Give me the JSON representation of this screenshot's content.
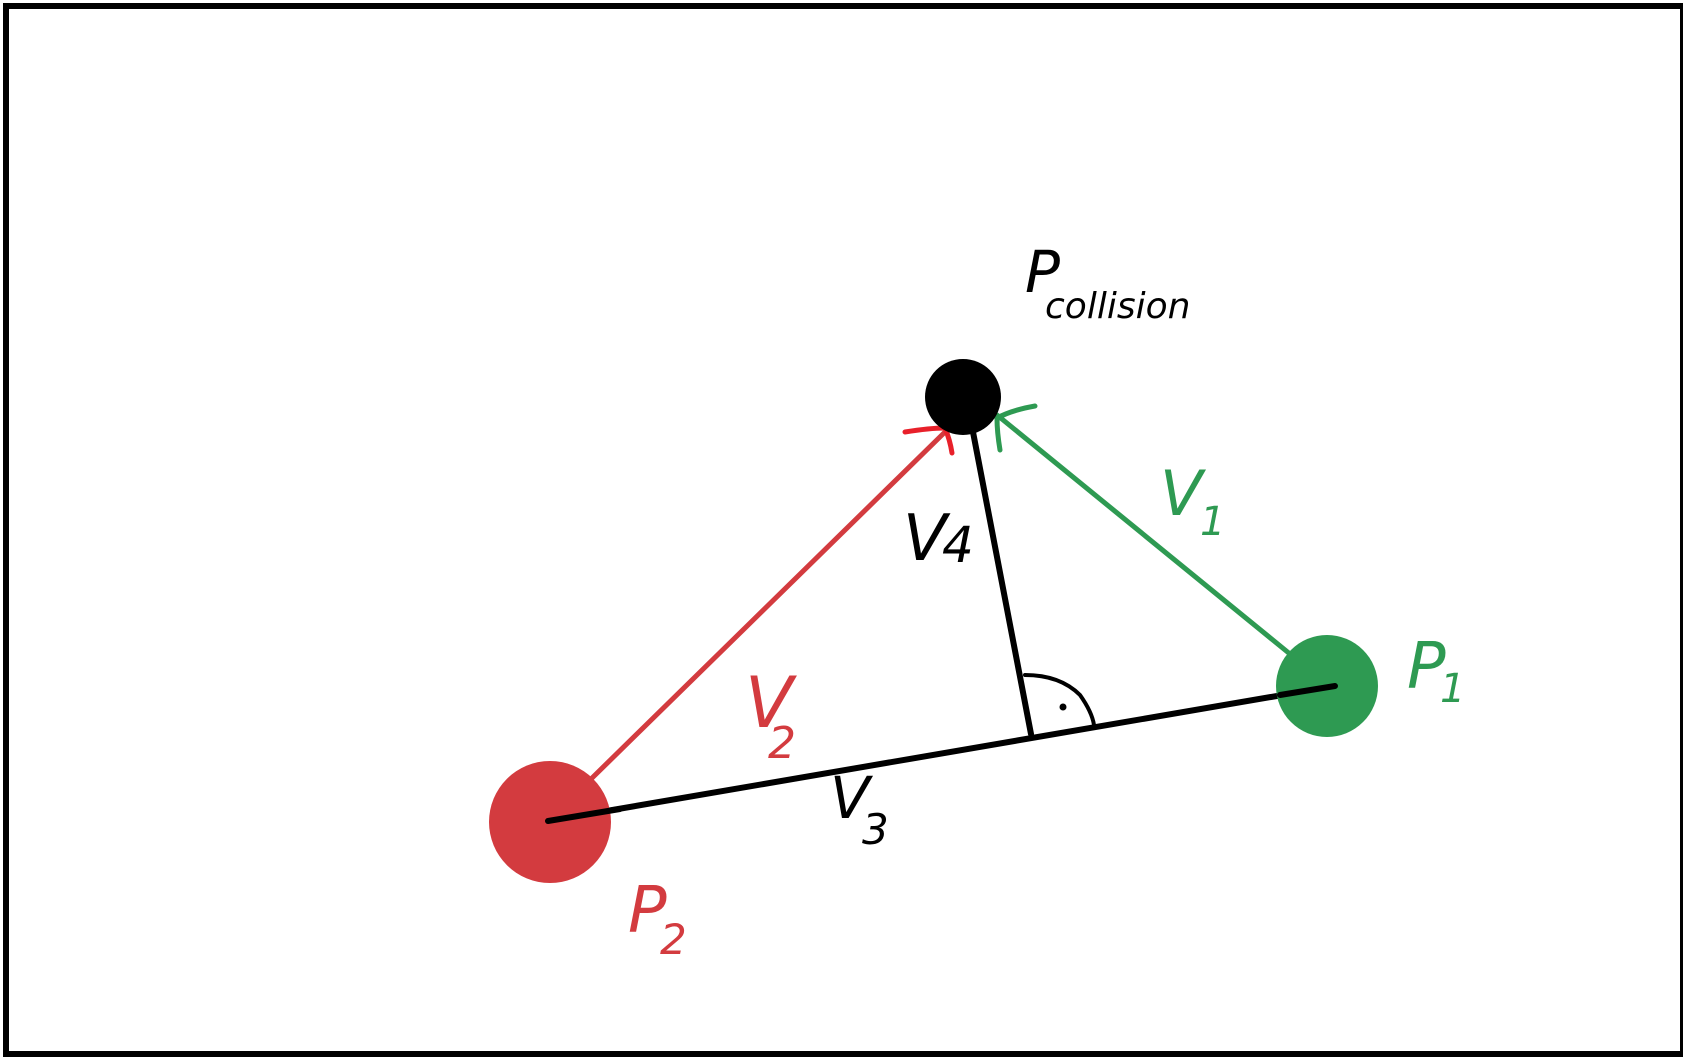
{
  "colors": {
    "red": "#d33b3f",
    "green": "#2e9a52",
    "black": "#000000",
    "arrow_red": "#e8202a"
  },
  "labels": {
    "p_collision_main": "P",
    "p_collision_sub": "collision",
    "p1_main": "P",
    "p1_sub": "1",
    "p2_main": "P",
    "p2_sub": "2",
    "v1_main": "V",
    "v1_sub": "1",
    "v2_main": "V",
    "v2_sub": "2",
    "v3_main": "V",
    "v3_sub": "3",
    "v4_main": "V",
    "v4_sub": "4",
    "right_angle_mark": "·"
  }
}
